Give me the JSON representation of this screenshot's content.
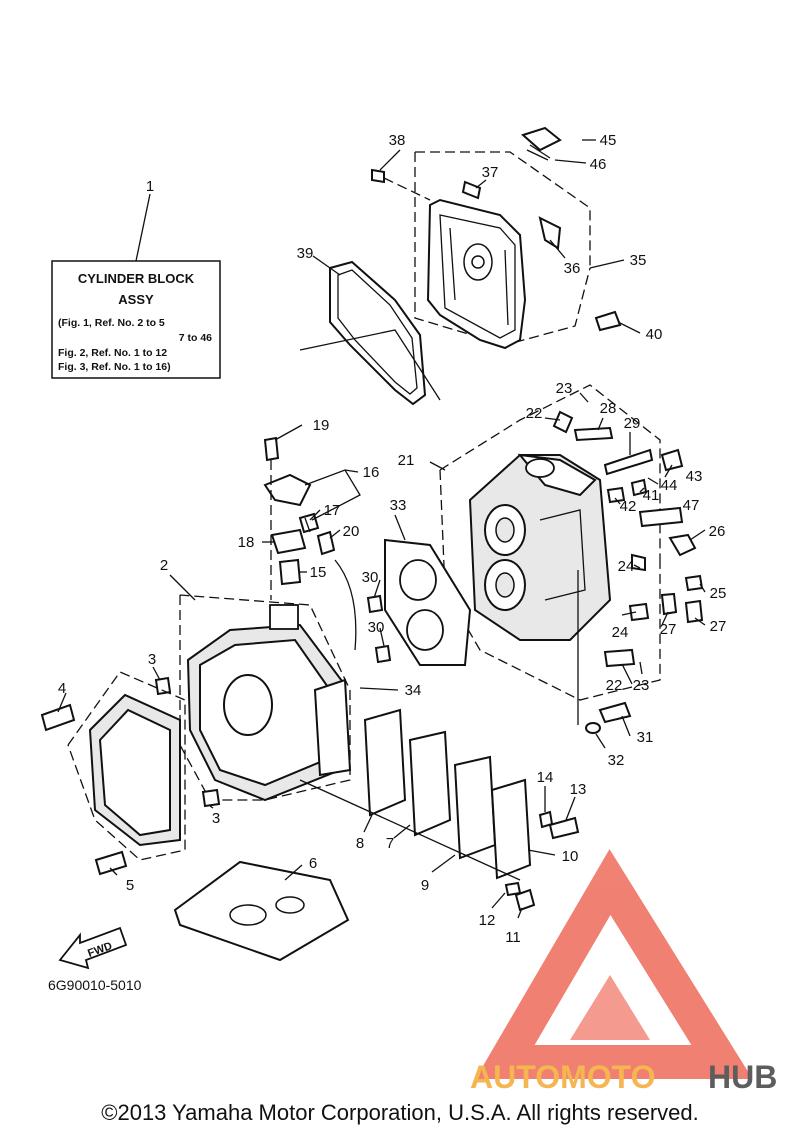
{
  "assy_box": {
    "title_line1": "CYLINDER BLOCK",
    "title_line2": "ASSY",
    "line3": "(Fig. 1, Ref. No. 2 to 5",
    "line4": "7 to 46",
    "line5": "Fig. 2, Ref. No. 1 to 12",
    "line6": "Fig. 3, Ref. No. 1 to 16)"
  },
  "callouts": [
    "1",
    "2",
    "3",
    "3",
    "4",
    "5",
    "6",
    "7",
    "8",
    "9",
    "10",
    "11",
    "12",
    "13",
    "14",
    "15",
    "16",
    "17",
    "18",
    "19",
    "20",
    "21",
    "22",
    "22",
    "23",
    "23",
    "24",
    "24",
    "25",
    "26",
    "27",
    "27",
    "28",
    "29",
    "30",
    "30",
    "31",
    "32",
    "33",
    "34",
    "35",
    "36",
    "37",
    "38",
    "39",
    "40",
    "41",
    "42",
    "43",
    "44",
    "45",
    "46",
    "47"
  ],
  "fwd_label": "FWD",
  "ref_code": "6G90010-5010",
  "watermark": {
    "brand_part1": "AUTOMOTO",
    "brand_part2": "HUB",
    "color_red": "#f07a6a",
    "color_orange": "#f5b247",
    "color_gray": "#555555"
  },
  "copyright": "©2013 Yamaha Motor Corporation, U.S.A. All rights reserved."
}
